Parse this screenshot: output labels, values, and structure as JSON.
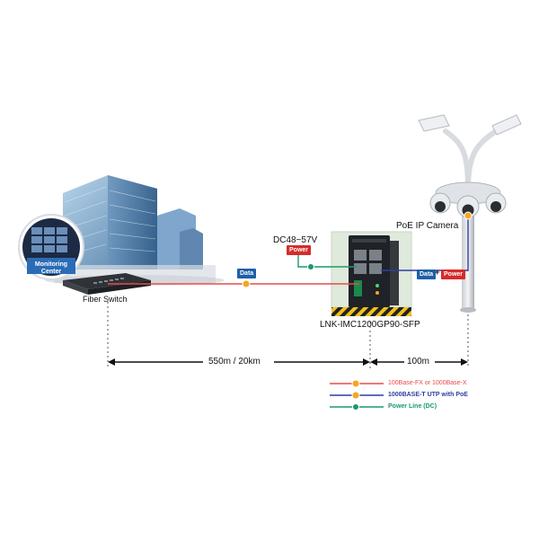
{
  "labels": {
    "monitoring_center": "Monitoring Center",
    "fiber_switch": "Fiber Switch",
    "dc_voltage": "DC48~57V",
    "poe_ip_camera": "PoE IP Camera",
    "device_model": "LNK-IMC1200GP90-SFP",
    "distance_fiber": "550m / 20km",
    "distance_utp": "100m"
  },
  "tags": {
    "data": "Data",
    "power": "Power",
    "plus": "+"
  },
  "legend": [
    {
      "text": "100Base-FX or 1000Base-X",
      "color": "#e84a4a"
    },
    {
      "text": "1000BASE-T UTP with PoE",
      "color": "#2d3fa0"
    },
    {
      "text": "Power Line (DC)",
      "color": "#1a9a6a"
    }
  ],
  "colors": {
    "fiber_line": "#e84a4a",
    "utp_line": "#2d3fa0",
    "power_line": "#1a9a6a",
    "node_orange": "#f5a623",
    "tag_blue": "#1e5fa8",
    "tag_red": "#d62b2b"
  }
}
